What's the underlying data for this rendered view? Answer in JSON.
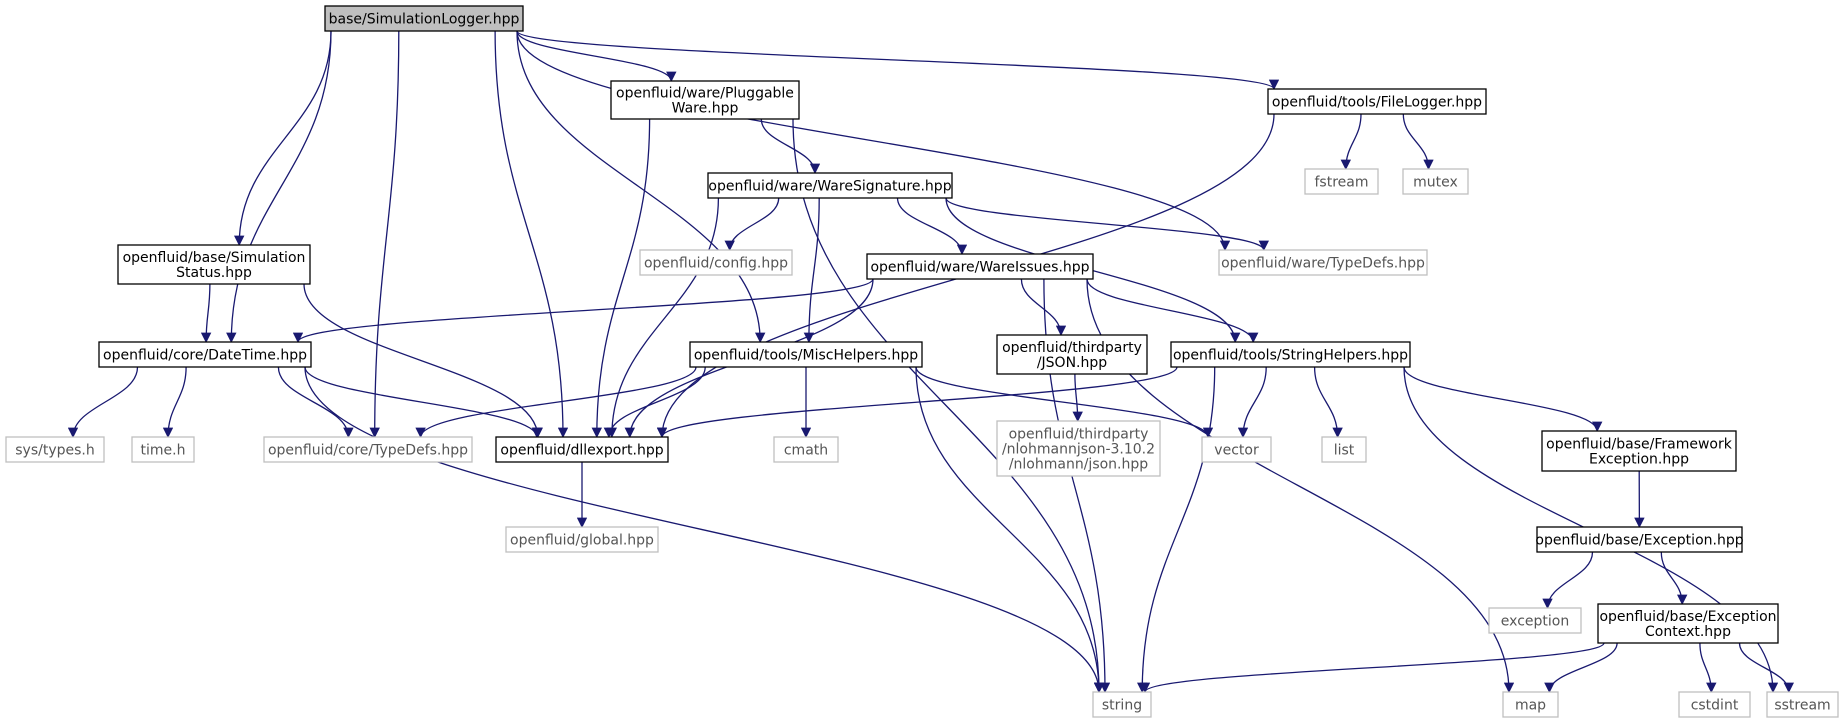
{
  "diagram": {
    "type": "include-dependency-graph",
    "edge_color": "#191970",
    "nodes": [
      {
        "id": "simlogger",
        "lines": [
          "base/SimulationLogger.hpp"
        ],
        "kind": "root"
      },
      {
        "id": "pluggable",
        "lines": [
          "openfluid/ware/Pluggable",
          "Ware.hpp"
        ],
        "kind": "primary"
      },
      {
        "id": "filelogger",
        "lines": [
          "openfluid/tools/FileLogger.hpp"
        ],
        "kind": "primary"
      },
      {
        "id": "fstream",
        "lines": [
          "fstream"
        ],
        "kind": "external"
      },
      {
        "id": "mutex",
        "lines": [
          "mutex"
        ],
        "kind": "external"
      },
      {
        "id": "waresig",
        "lines": [
          "openfluid/ware/WareSignature.hpp"
        ],
        "kind": "primary"
      },
      {
        "id": "config",
        "lines": [
          "openfluid/config.hpp"
        ],
        "kind": "external"
      },
      {
        "id": "waretypedefs",
        "lines": [
          "openfluid/ware/TypeDefs.hpp"
        ],
        "kind": "external"
      },
      {
        "id": "simstatus",
        "lines": [
          "openfluid/base/Simulation",
          "Status.hpp"
        ],
        "kind": "primary"
      },
      {
        "id": "wareissues",
        "lines": [
          "openfluid/ware/WareIssues.hpp"
        ],
        "kind": "primary"
      },
      {
        "id": "datetime",
        "lines": [
          "openfluid/core/DateTime.hpp"
        ],
        "kind": "primary"
      },
      {
        "id": "mischelpers",
        "lines": [
          "openfluid/tools/MiscHelpers.hpp"
        ],
        "kind": "primary"
      },
      {
        "id": "json",
        "lines": [
          "openfluid/thirdparty",
          "/JSON.hpp"
        ],
        "kind": "primary"
      },
      {
        "id": "stringhelpers",
        "lines": [
          "openfluid/tools/StringHelpers.hpp"
        ],
        "kind": "primary"
      },
      {
        "id": "systypes",
        "lines": [
          "sys/types.h"
        ],
        "kind": "external"
      },
      {
        "id": "timeh",
        "lines": [
          "time.h"
        ],
        "kind": "external"
      },
      {
        "id": "coretypedefs",
        "lines": [
          "openfluid/core/TypeDefs.hpp"
        ],
        "kind": "external"
      },
      {
        "id": "dllexport",
        "lines": [
          "openfluid/dllexport.hpp"
        ],
        "kind": "primary"
      },
      {
        "id": "cmath",
        "lines": [
          "cmath"
        ],
        "kind": "external"
      },
      {
        "id": "nlohmann",
        "lines": [
          "openfluid/thirdparty",
          "/nlohmannjson-3.10.2",
          "/nlohmann/json.hpp"
        ],
        "kind": "external"
      },
      {
        "id": "vector",
        "lines": [
          "vector"
        ],
        "kind": "external"
      },
      {
        "id": "list",
        "lines": [
          "list"
        ],
        "kind": "external"
      },
      {
        "id": "fwexception",
        "lines": [
          "openfluid/base/Framework",
          "Exception.hpp"
        ],
        "kind": "primary"
      },
      {
        "id": "global",
        "lines": [
          "openfluid/global.hpp"
        ],
        "kind": "external"
      },
      {
        "id": "exceptionhpp",
        "lines": [
          "openfluid/base/Exception.hpp"
        ],
        "kind": "primary"
      },
      {
        "id": "exception",
        "lines": [
          "exception"
        ],
        "kind": "external"
      },
      {
        "id": "exccontext",
        "lines": [
          "openfluid/base/Exception",
          "Context.hpp"
        ],
        "kind": "primary"
      },
      {
        "id": "string",
        "lines": [
          "string"
        ],
        "kind": "external"
      },
      {
        "id": "map",
        "lines": [
          "map"
        ],
        "kind": "external"
      },
      {
        "id": "cstdint",
        "lines": [
          "cstdint"
        ],
        "kind": "external"
      },
      {
        "id": "sstream",
        "lines": [
          "sstream"
        ],
        "kind": "external"
      }
    ],
    "edges": [
      [
        "simlogger",
        "pluggable"
      ],
      [
        "simlogger",
        "filelogger"
      ],
      [
        "simlogger",
        "waretypedefs"
      ],
      [
        "simlogger",
        "simstatus"
      ],
      [
        "simlogger",
        "datetime"
      ],
      [
        "simlogger",
        "coretypedefs"
      ],
      [
        "simlogger",
        "dllexport"
      ],
      [
        "simlogger",
        "mischelpers"
      ],
      [
        "pluggable",
        "waresig"
      ],
      [
        "pluggable",
        "dllexport"
      ],
      [
        "pluggable",
        "string"
      ],
      [
        "filelogger",
        "fstream"
      ],
      [
        "filelogger",
        "mutex"
      ],
      [
        "filelogger",
        "dllexport"
      ],
      [
        "waresig",
        "config"
      ],
      [
        "waresig",
        "waretypedefs"
      ],
      [
        "waresig",
        "wareissues"
      ],
      [
        "waresig",
        "mischelpers"
      ],
      [
        "waresig",
        "stringhelpers"
      ],
      [
        "waresig",
        "dllexport"
      ],
      [
        "simstatus",
        "datetime"
      ],
      [
        "simstatus",
        "dllexport"
      ],
      [
        "wareissues",
        "datetime"
      ],
      [
        "wareissues",
        "json"
      ],
      [
        "wareissues",
        "stringhelpers"
      ],
      [
        "wareissues",
        "dllexport"
      ],
      [
        "wareissues",
        "string"
      ],
      [
        "wareissues",
        "map"
      ],
      [
        "datetime",
        "systypes"
      ],
      [
        "datetime",
        "timeh"
      ],
      [
        "datetime",
        "coretypedefs"
      ],
      [
        "datetime",
        "dllexport"
      ],
      [
        "datetime",
        "string"
      ],
      [
        "mischelpers",
        "coretypedefs"
      ],
      [
        "mischelpers",
        "dllexport"
      ],
      [
        "mischelpers",
        "cmath"
      ],
      [
        "mischelpers",
        "vector"
      ],
      [
        "mischelpers",
        "string"
      ],
      [
        "json",
        "nlohmann"
      ],
      [
        "stringhelpers",
        "dllexport"
      ],
      [
        "stringhelpers",
        "vector"
      ],
      [
        "stringhelpers",
        "list"
      ],
      [
        "stringhelpers",
        "string"
      ],
      [
        "stringhelpers",
        "fwexception"
      ],
      [
        "stringhelpers",
        "sstream"
      ],
      [
        "dllexport",
        "global"
      ],
      [
        "fwexception",
        "exceptionhpp"
      ],
      [
        "exceptionhpp",
        "exception"
      ],
      [
        "exceptionhpp",
        "exccontext"
      ],
      [
        "exccontext",
        "string"
      ],
      [
        "exccontext",
        "map"
      ],
      [
        "exccontext",
        "cstdint"
      ],
      [
        "exccontext",
        "sstream"
      ]
    ]
  }
}
